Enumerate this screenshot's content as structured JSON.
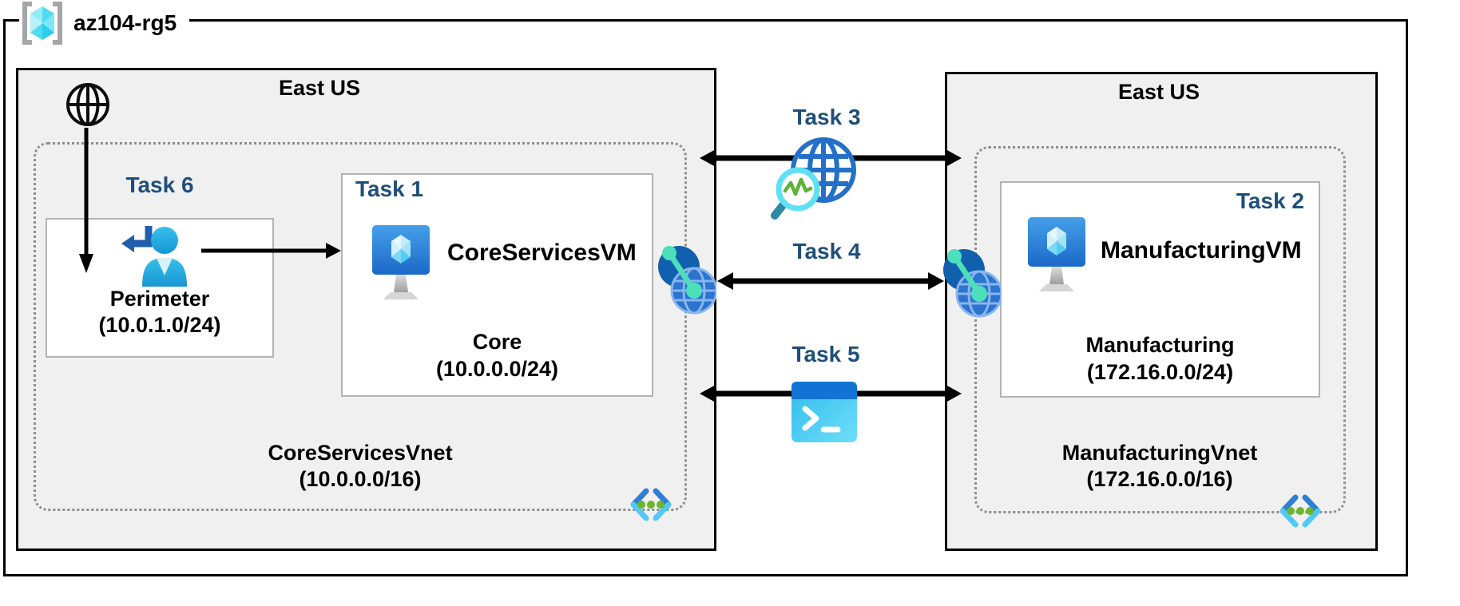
{
  "resource_group": {
    "label": "az104-rg5"
  },
  "regions": {
    "left": {
      "location": "East US",
      "vnet_name": "CoreServicesVnet",
      "vnet_cidr": "(10.0.0.0/16)",
      "perimeter": {
        "task_label": "Task 6",
        "subnet_name": "Perimeter",
        "subnet_cidr": "(10.0.1.0/24)"
      },
      "core": {
        "task_label": "Task 1",
        "vm_name": "CoreServicesVM",
        "subnet_name": "Core",
        "subnet_cidr": "(10.0.0.0/24)"
      }
    },
    "right": {
      "location": "East US",
      "vnet_name": "ManufacturingVnet",
      "vnet_cidr": "(172.16.0.0/16)",
      "manufacturing": {
        "task_label": "Task 2",
        "vm_name": "ManufacturingVM",
        "subnet_name": "Manufacturing",
        "subnet_cidr": "(172.16.0.0/24)"
      }
    }
  },
  "connections": {
    "task3": {
      "label": "Task 3",
      "icon": "network-watcher-icon"
    },
    "task4": {
      "label": "Task 4",
      "icon": "vnet-peering-icon"
    },
    "task5": {
      "label": "Task 5",
      "icon": "cloud-shell-icon"
    }
  },
  "icons": {
    "resource_group": "resource-group-cube-icon",
    "internet": "internet-globe-icon",
    "perimeter_user": "signin-user-icon",
    "virtual_machine": "vm-monitor-cube-icon",
    "virtual_network": "vnet-brackets-icon",
    "peering": "vnet-peering-icon",
    "network_watcher": "network-watcher-icon",
    "cloud_shell": "cloud-shell-icon"
  },
  "colors": {
    "task_label": "#1f4e79",
    "region_fill": "#f0f0f0",
    "outline": "#000000",
    "inner_box_border": "#b3b3b3",
    "dotted_border": "#8d8d8d",
    "arrow": "#000000",
    "azure_blue": "#2b74cf",
    "cyan": "#50e6ff",
    "teal_link": "#4ce0ba",
    "green_dot": "#6cb52d"
  }
}
